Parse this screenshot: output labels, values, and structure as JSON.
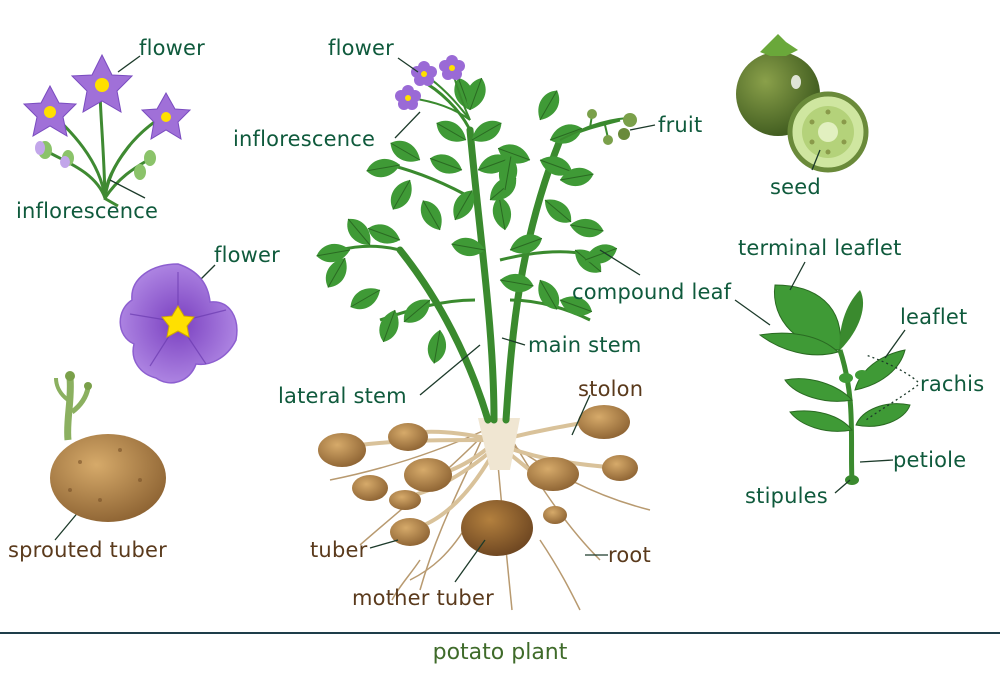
{
  "labels": {
    "flower_top_left": "flower",
    "inflorescence_left": "inflorescence",
    "flower_mid_left": "flower",
    "sprouted_tuber": "sprouted tuber",
    "flower_center": "flower",
    "inflorescence_center": "inflorescence",
    "fruit": "fruit",
    "compound_leaf": "compound leaf",
    "main_stem": "main stem",
    "lateral_stem": "lateral stem",
    "stolon": "stolon",
    "tuber": "tuber",
    "mother_tuber": "mother tuber",
    "root": "root",
    "seed": "seed",
    "terminal_leaflet": "terminal leaflet",
    "leaflet": "leaflet",
    "rachis": "rachis",
    "petiole": "petiole",
    "stipules": "stipules"
  },
  "caption": "potato plant",
  "colors": {
    "label_green": "#0f5a3c",
    "label_brown": "#5a3a1c",
    "leaf": "#3f9a36",
    "leaf_dark": "#2a7a2a",
    "petal": "#a070d8",
    "flower_center": "#ffe000",
    "tuber": "#b8894c",
    "root": "#b89a70",
    "caption": "#3f6b2a"
  }
}
